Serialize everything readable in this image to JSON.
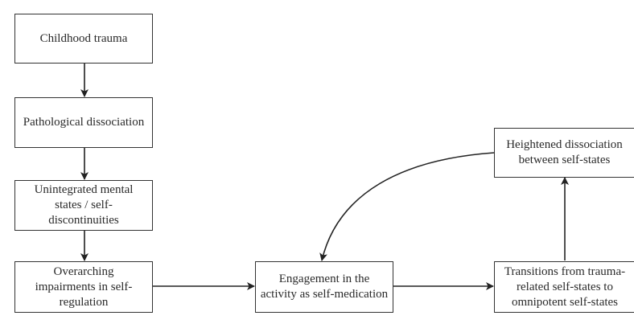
{
  "diagram": {
    "nodes": [
      {
        "id": "childhood-trauma",
        "label": "Childhood trauma"
      },
      {
        "id": "pathological-dissociation",
        "label": "Pathological dissociation"
      },
      {
        "id": "unintegrated-states",
        "label": "Unintegrated mental\nstates / self-\ndiscontinuities"
      },
      {
        "id": "overarching-impairments",
        "label": "Overarching\nimpairments in self-\nregulation"
      },
      {
        "id": "engagement-activity",
        "label": "Engagement in the\nactivity as self-medication"
      },
      {
        "id": "transitions-self-states",
        "label": "Transitions from trauma-\nrelated self-states to\nomnipotent self-states"
      },
      {
        "id": "heightened-dissociation",
        "label": "Heightened dissociation\nbetween self-states"
      }
    ],
    "edges": [
      {
        "from": "childhood-trauma",
        "to": "pathological-dissociation"
      },
      {
        "from": "pathological-dissociation",
        "to": "unintegrated-states"
      },
      {
        "from": "unintegrated-states",
        "to": "overarching-impairments"
      },
      {
        "from": "overarching-impairments",
        "to": "engagement-activity"
      },
      {
        "from": "engagement-activity",
        "to": "transitions-self-states"
      },
      {
        "from": "transitions-self-states",
        "to": "heightened-dissociation"
      },
      {
        "from": "heightened-dissociation",
        "to": "engagement-activity"
      }
    ]
  }
}
